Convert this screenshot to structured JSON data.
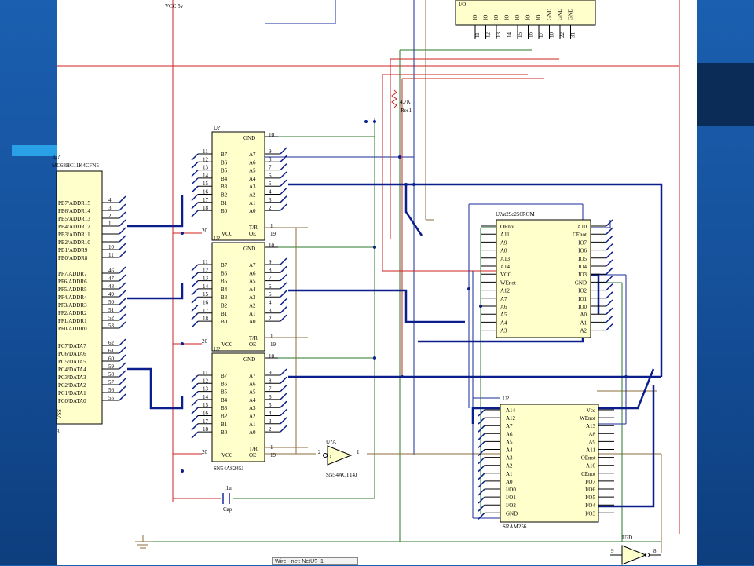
{
  "labels": {
    "vcc": "VCC 5v",
    "res_value": "4.7K",
    "res_name": "Res1",
    "cap_value": ".1u",
    "cap_name": "Cap",
    "mcu_ref": "U?",
    "mcu_part": "MC68HC11K4CFN5",
    "mcu_vss": "VSS",
    "mcu_pin3": "3",
    "mcu_pins": [
      "PB7/ADDR15",
      "PB6/ADDR14",
      "PB5/ADDR13",
      "PB4/ADDR12",
      "PB3/ADDR11",
      "PB2/ADDR10",
      "PB1/ADDR9",
      "PB0/ADDR8",
      "PF7/ADDR7",
      "PF6/ADDR6",
      "PF5/ADDR5",
      "PF4/ADDR4",
      "PF3/ADDR3",
      "PF2/ADDR2",
      "PF1/ADDR1",
      "PF0/ADDR0",
      "PC7/DATA7",
      "PC6/DATA6",
      "PC5/DATA5",
      "PC4/DATA4",
      "PC3/DATA3",
      "PC2/DATA2",
      "PC1/DATA1",
      "PC0/DATA0"
    ],
    "mcu_pin_nums": [
      "4",
      "3",
      "2",
      "1",
      "",
      "",
      "10",
      "11",
      "46",
      "47",
      "48",
      "49",
      "50",
      "51",
      "52",
      "53",
      "62",
      "61",
      "60",
      "59",
      "58",
      "57",
      "56",
      "55"
    ],
    "buf_ref": "U?",
    "buf_part": "SN54AS245J",
    "buf_gnd": "GND",
    "buf_vcc": "VCC",
    "buf_tr": "T/R",
    "buf_oe": "OE",
    "buf_gnd_pin": "10",
    "buf_vcc_pin": "20",
    "buf_tr_pin": "1",
    "buf_oe_pin": "19",
    "buf_b": [
      "B7",
      "B6",
      "B5",
      "B4",
      "B3",
      "B2",
      "B1",
      "B0"
    ],
    "buf_a": [
      "A7",
      "A6",
      "A5",
      "A4",
      "A3",
      "A2",
      "A1",
      "A0"
    ],
    "buf_bpins": [
      "11",
      "12",
      "13",
      "14",
      "15",
      "16",
      "17",
      "18"
    ],
    "buf_apins": [
      "9",
      "8",
      "7",
      "6",
      "5",
      "4",
      "3",
      "2"
    ],
    "rom_ref": "U?at29c256ROM",
    "rom_left": [
      "OEnot",
      "A11",
      "A9",
      "A8",
      "A13",
      "A14",
      "VCC",
      "WEnot",
      "A12",
      "A7",
      "A6",
      "A5",
      "A4",
      "A3"
    ],
    "rom_right": [
      "A10",
      "CEnot",
      "IO7",
      "IO6",
      "IO5",
      "IO4",
      "IO3",
      "GND",
      "IO2",
      "IO1",
      "IO0",
      "A0",
      "A1",
      "A2"
    ],
    "sram_ref": "U?",
    "sram_part": "SRAM256",
    "sram_left": [
      "A14",
      "A12",
      "A7",
      "A6",
      "A5",
      "A4",
      "A3",
      "A2",
      "A1",
      "A0",
      "I/O0",
      "I/O1",
      "I/O2",
      "GND"
    ],
    "sram_right": [
      "Vcc",
      "WEnot",
      "A13",
      "A8",
      "A9",
      "A11",
      "OEnot",
      "A10",
      "CEnot",
      "I/O7",
      "I/O6",
      "I/O5",
      "I/O4",
      "I/O3"
    ],
    "io_ref": "I/O",
    "io_pins": [
      "IO",
      "IO",
      "IO",
      "IO",
      "IO",
      "IO",
      "IO",
      "GND",
      "GND",
      "GND"
    ],
    "io_nums": [
      "11",
      "12",
      "13",
      "14",
      "15",
      "16",
      "17",
      "10",
      "22",
      "31"
    ],
    "inv_ref": "U?A",
    "inv_part": "SN54ACT14J",
    "inv_in": "2",
    "inv_out": "1",
    "inv2_ref": "U?D",
    "inv2_in": "9",
    "inv2_out": "8",
    "status_text": "Wire - net: NetU?_1"
  },
  "colors": {
    "background": "#1a5fb0",
    "sheet": "#ffffff",
    "part_fill": "#ffffcc",
    "bus": "#0a1f8c",
    "wire_red": "#cc2222",
    "wire_green": "#2a7a2a",
    "wire_blue": "#1a2a9a",
    "wire_brown": "#8b6b3a"
  }
}
